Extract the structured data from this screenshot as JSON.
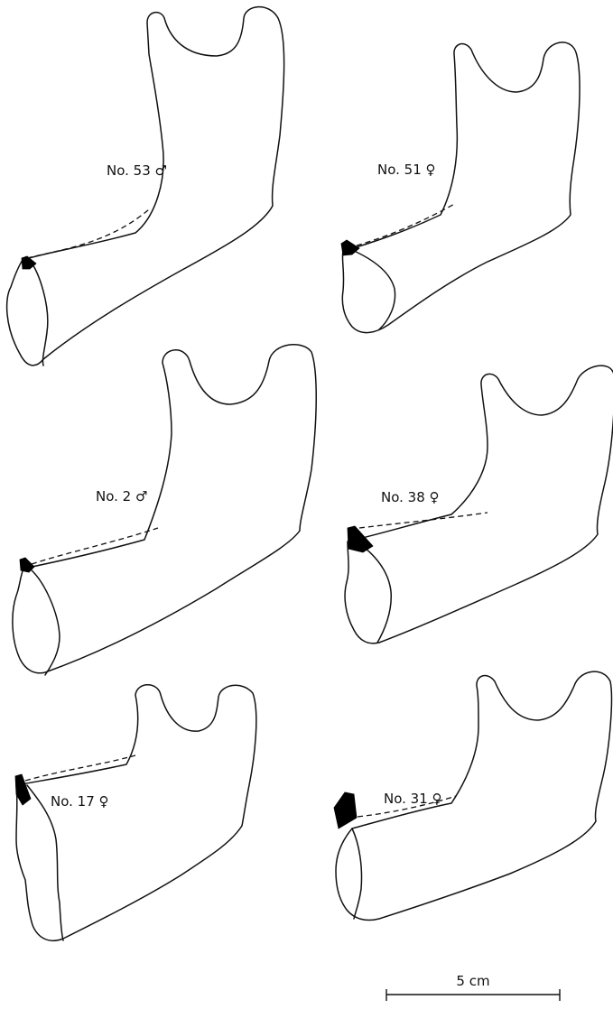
{
  "specimens": [
    {
      "label": "No. 53 ♂"
    },
    {
      "label": "No. 51 ♀"
    },
    {
      "label": "No. 2 ♂"
    },
    {
      "label": "No. 38 ♀"
    },
    {
      "label": "No. 17 ♀"
    },
    {
      "label": "No. 31 ♀"
    }
  ],
  "scale_bar": {
    "label": "5 cm"
  }
}
